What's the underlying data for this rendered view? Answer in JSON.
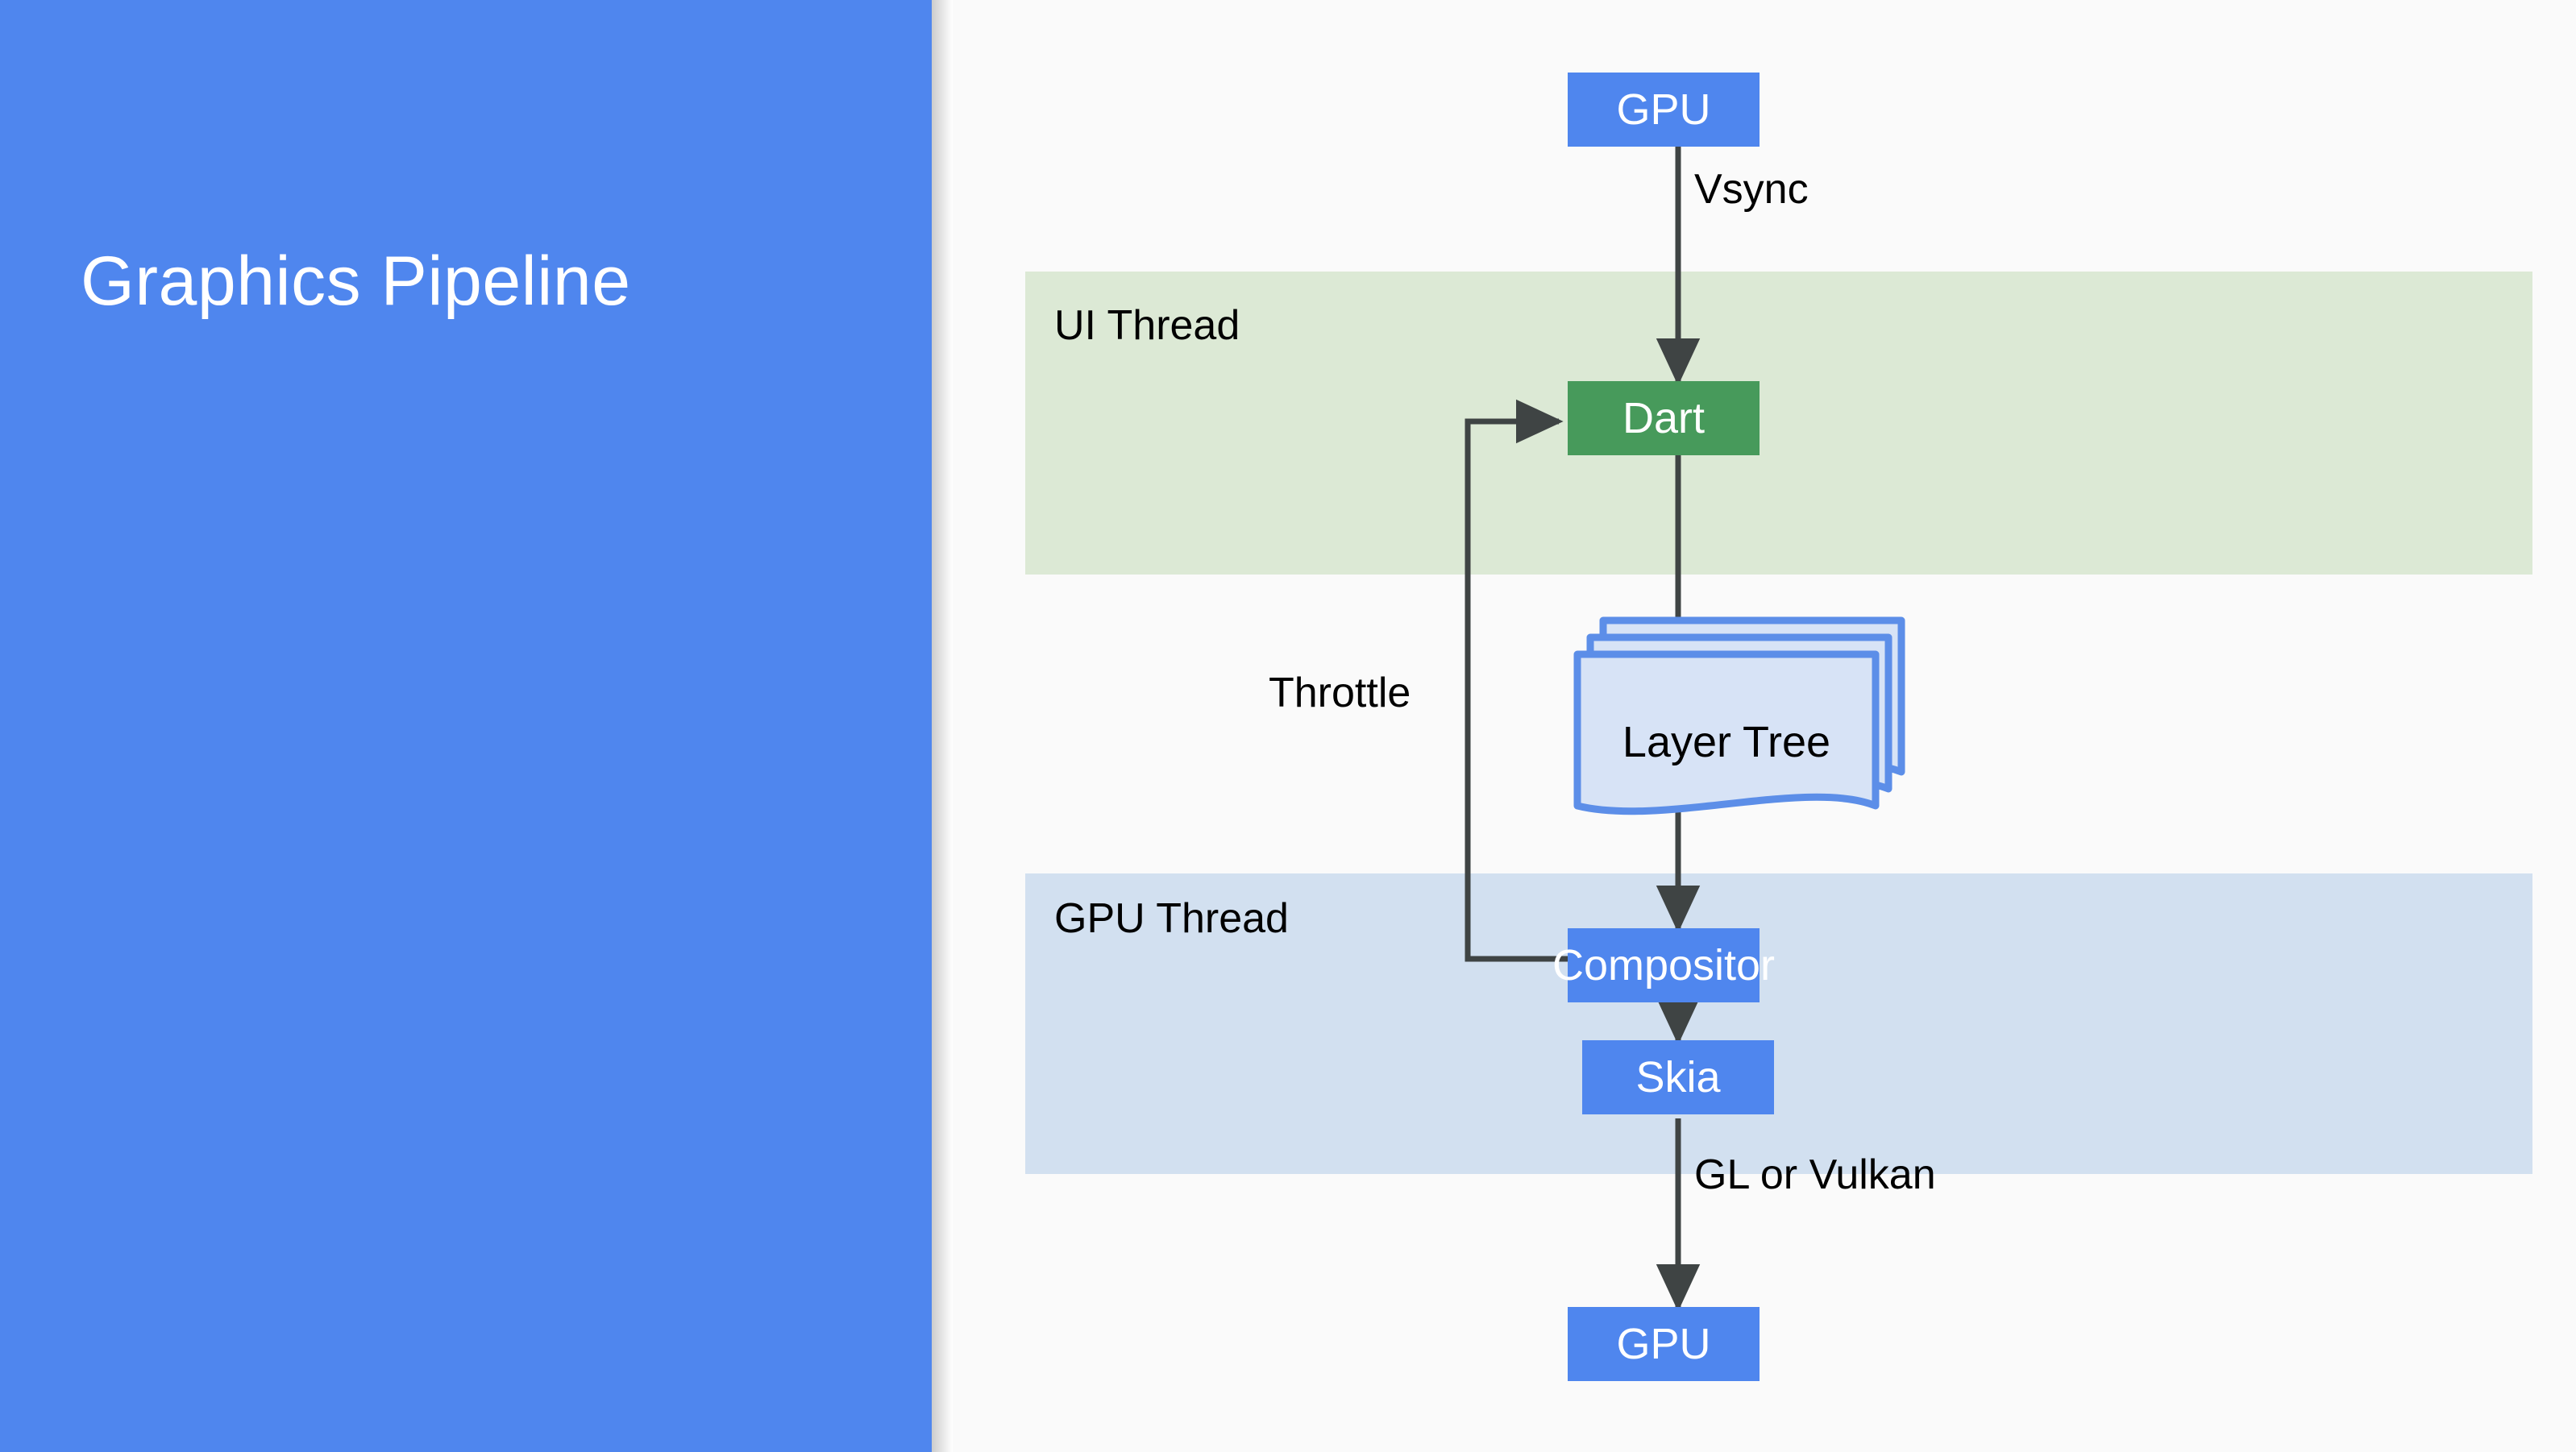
{
  "page": {
    "title": "Graphics Pipeline",
    "background_color": "#ffffff"
  },
  "title_panel": {
    "heading": "Graphics Pipeline",
    "background_color": "#4f86ee",
    "text_color": "#ffffff"
  },
  "diagram": {
    "canvas_background": "#fafafa",
    "swimlanes": [
      {
        "id": "ui-thread",
        "label": "UI Thread",
        "color": "#dce9d5"
      },
      {
        "id": "gpu-thread",
        "label": "GPU Thread",
        "color": "#d2e0f0"
      }
    ],
    "nodes": [
      {
        "id": "gpu-top",
        "label": "GPU",
        "fill": "#4f86ee",
        "text_color": "#ffffff"
      },
      {
        "id": "dart",
        "label": "Dart",
        "fill": "#479a5b",
        "text_color": "#ffffff"
      },
      {
        "id": "layer-tree",
        "label": "Layer Tree",
        "fill": "#d7e3f6",
        "stroke": "#5c8ee8",
        "text_color": "#000000"
      },
      {
        "id": "compositor",
        "label": "Compositor",
        "fill": "#4f86ee",
        "text_color": "#ffffff"
      },
      {
        "id": "skia",
        "label": "Skia",
        "fill": "#4f86ee",
        "text_color": "#ffffff"
      },
      {
        "id": "gpu-bottom",
        "label": "GPU",
        "fill": "#4f86ee",
        "text_color": "#ffffff"
      }
    ],
    "edges": [
      {
        "id": "gpu-to-dart",
        "from": "gpu-top",
        "to": "dart",
        "label": "Vsync"
      },
      {
        "id": "dart-to-layer-tree",
        "from": "dart",
        "to": "layer-tree",
        "label": ""
      },
      {
        "id": "layer-tree-to-compositor",
        "from": "layer-tree",
        "to": "compositor",
        "label": ""
      },
      {
        "id": "compositor-to-dart",
        "from": "compositor",
        "to": "dart",
        "label": "Throttle"
      },
      {
        "id": "compositor-to-skia",
        "from": "compositor",
        "to": "skia",
        "label": ""
      },
      {
        "id": "skia-to-gpu",
        "from": "skia",
        "to": "gpu-bottom",
        "label": "GL or Vulkan"
      }
    ],
    "edge_color": "#3f4444"
  }
}
